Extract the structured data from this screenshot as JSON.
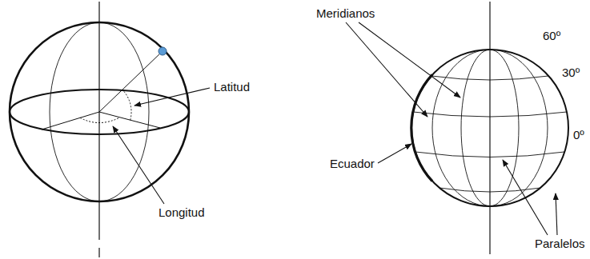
{
  "diagram": {
    "labels": [
      "Latitud",
      "Longitud",
      "Meridianos",
      "60º",
      "30º",
      "0º",
      "Ecuador",
      "Paralelos"
    ]
  }
}
